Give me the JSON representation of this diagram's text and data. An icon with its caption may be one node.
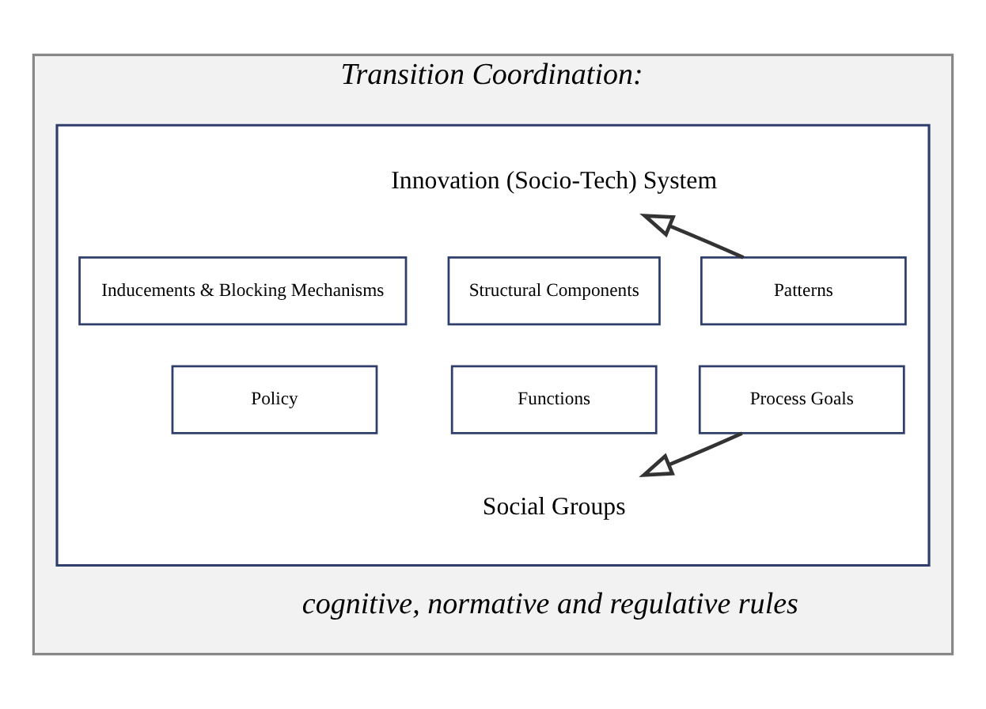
{
  "diagram": {
    "nodes": [
      {
        "text": [
          "Transition Coordination:",
          "cognitive, normative and regulative rules"
        ]
      },
      {
        "text": [],
        "shape": "box",
        "in": 0
      },
      {
        "text": [
          "Innovation (Socio-Tech) System"
        ],
        "in": 1
      },
      {
        "text": [
          "Structural Components"
        ],
        "in": 1
      },
      {
        "text": [
          "Patterns"
        ],
        "in": 1
      },
      {
        "text": [
          "Inducements & Blocking Mechanisms"
        ],
        "in": 1
      },
      {
        "text": [
          "Functions"
        ],
        "in": 1
      },
      {
        "text": [
          "Process Goals"
        ],
        "in": 1
      },
      {
        "text": [
          "Policy"
        ],
        "in": 1
      },
      {
        "text": [
          "Social Groups"
        ],
        "in": 1
      }
    ],
    "edges": [
      {
        "from": 4,
        "to": 2,
        "arrow": "to"
      },
      {
        "from": 7,
        "to": 9,
        "arrow": "to"
      }
    ]
  }
}
